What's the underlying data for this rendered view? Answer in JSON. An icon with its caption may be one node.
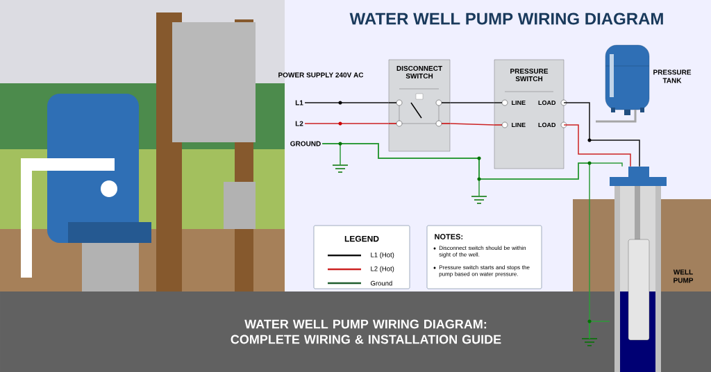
{
  "diagram": {
    "title": "WATER WELL PUMP WIRING DIAGRAM",
    "caption": "WATER WELL PUMP WIRING DIAGRAM: COMPLETE WIRING & INSTALLATION GUIDE",
    "nodes": [
      {
        "text": [
          "L1"
        ]
      },
      {
        "text": [
          "L2"
        ]
      },
      {
        "text": [
          "GROUND"
        ]
      },
      {
        "text": [
          "DISCONNECT SWITCH"
        ]
      },
      {
        "text": [
          "PRESSURE SWITCH",
          "LINE",
          "LOAD",
          "LINE",
          "LOAD"
        ]
      },
      {
        "text": [],
        "shape": "picture",
        "beside": [
          "PRESSURE TANK"
        ]
      },
      {
        "text": [],
        "shape": "picture",
        "beside": [
          "WELL PUMP"
        ]
      },
      {
        "text": [],
        "shape": "ground"
      },
      {
        "text": [],
        "shape": "ground"
      },
      {
        "text": [],
        "shape": "ground"
      }
    ],
    "edges": [
      {
        "from": 0,
        "to": 3,
        "arrow": "none",
        "color": "#111111"
      },
      {
        "from": 1,
        "to": 3,
        "arrow": "none",
        "color": "#cc2222"
      },
      {
        "from": 3,
        "to": 4,
        "arrow": "none",
        "color": "#111111"
      },
      {
        "from": 3,
        "to": 4,
        "arrow": "none",
        "color": "#cc2222"
      },
      {
        "from": 4,
        "to": 6,
        "arrow": "none",
        "color": "#111111"
      },
      {
        "from": 4,
        "to": 6,
        "arrow": "none",
        "color": "#cc2222"
      },
      {
        "from": 2,
        "to": 7,
        "arrow": "none",
        "color": "#2e9a3a"
      },
      {
        "from": 2,
        "to": 8,
        "arrow": "none",
        "color": "#2e9a3a"
      },
      {
        "from": 2,
        "to": 6,
        "arrow": "none",
        "color": "#2e9a3a"
      },
      {
        "from": 2,
        "to": 9,
        "arrow": "none",
        "color": "#2e9a3a"
      },
      {
        "from": 6,
        "to": 9,
        "arrow": "none",
        "color": "#2e9a3a"
      }
    ],
    "labels": [
      "POWER SUPPLY 240V AC",
      "LEGEND",
      "NOTES:",
      "Disconnect switch should be within sight of the well.",
      "Pressure switch starts and stops the pump based on water pressure."
    ],
    "legend": [
      {
        "text": "L1 (Hot)",
        "color": "#111111"
      },
      {
        "text": "L2 (Hot)",
        "color": "#cc2222"
      },
      {
        "text": "Ground",
        "color": "#1f5e2e"
      }
    ]
  }
}
